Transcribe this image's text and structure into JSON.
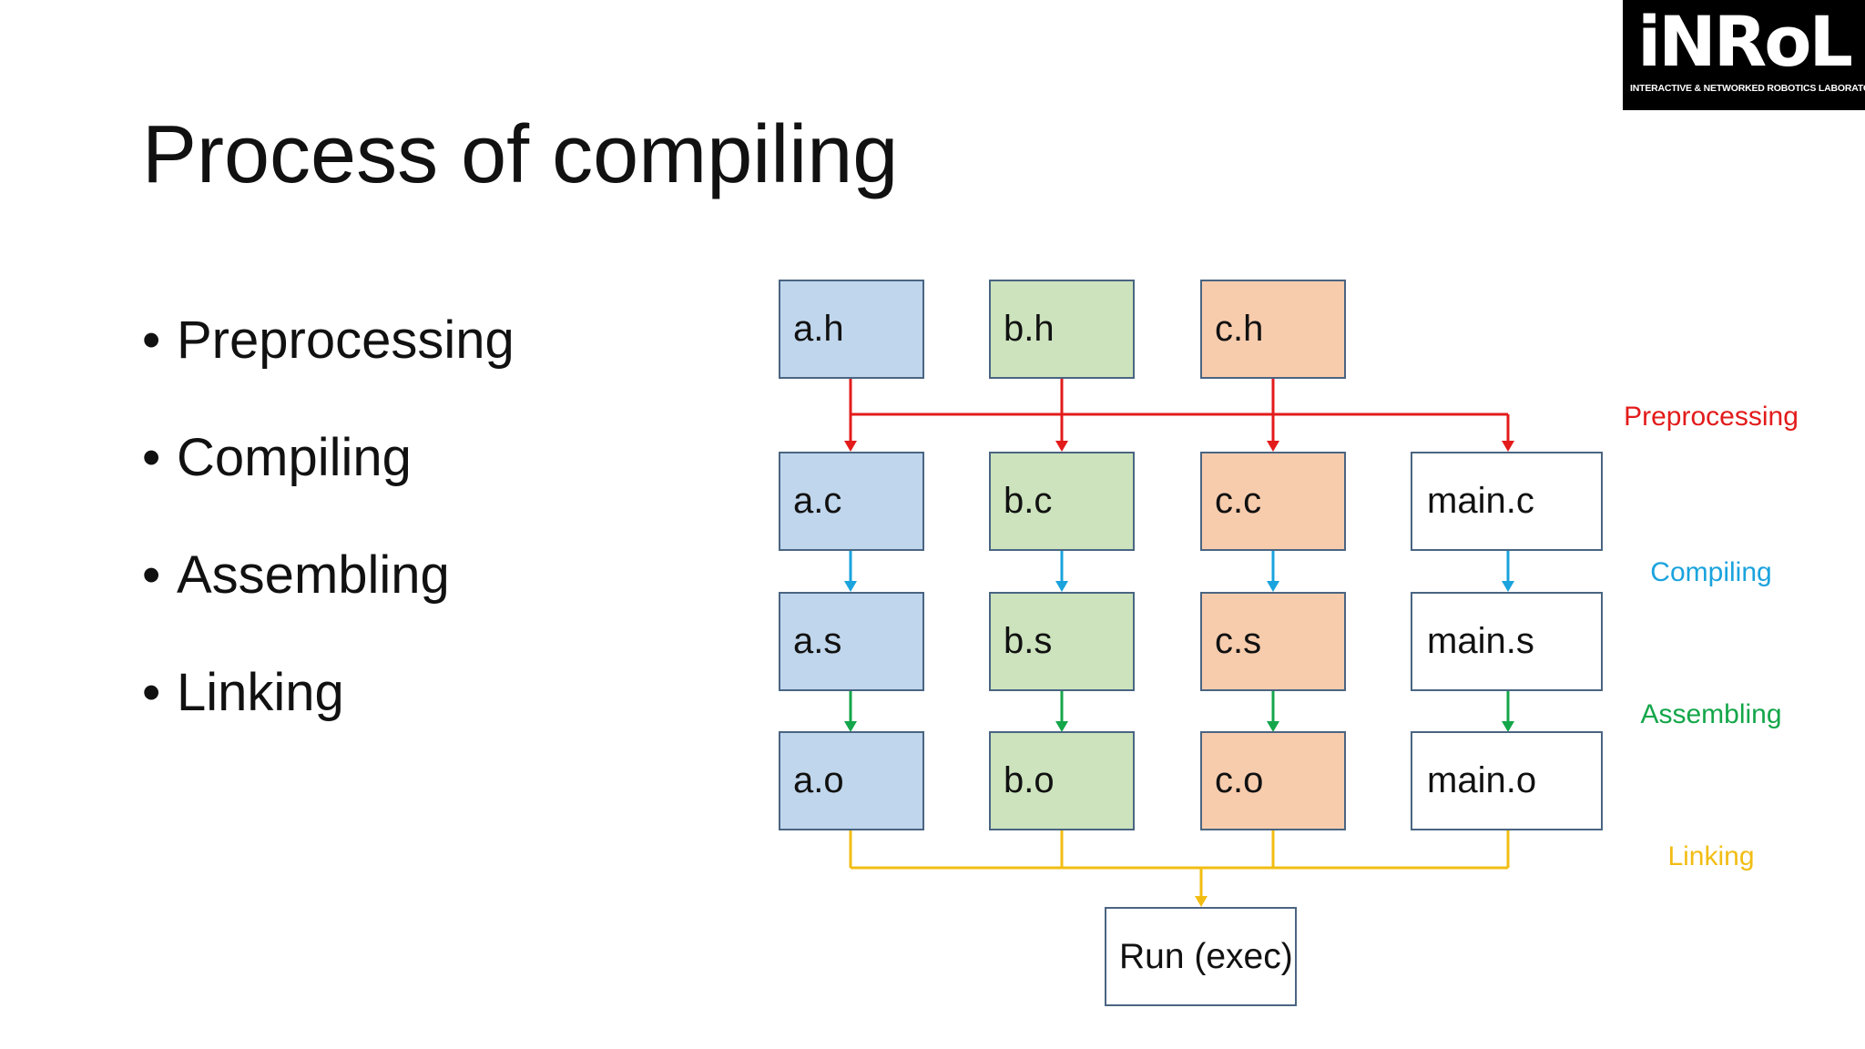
{
  "logo": {
    "wordmark": "iNRoL",
    "subtitle": "INTERACTIVE & NETWORKED ROBOTICS LABORATORY"
  },
  "title": "Process of compiling",
  "bullets": [
    "Preprocessing",
    "Compiling",
    "Assembling",
    "Linking"
  ],
  "diagram": {
    "headers": [
      "a.h",
      "b.h",
      "c.h"
    ],
    "sources": [
      "a.c",
      "b.c",
      "c.c",
      "main.c"
    ],
    "assembly": [
      "a.s",
      "b.s",
      "c.s",
      "main.s"
    ],
    "objects": [
      "a.o",
      "b.o",
      "c.o",
      "main.o"
    ],
    "output": "Run (exec)",
    "stage_labels": [
      "Preprocessing",
      "Compiling",
      "Assembling",
      "Linking"
    ],
    "colors": {
      "a_fill": "#c0d6ec",
      "b_fill": "#cce3bd",
      "c_fill": "#f7ccad",
      "box_border": "#4a6582",
      "preprocessing": "#e31b1b",
      "compiling": "#1aa3dd",
      "assembling": "#14a64a",
      "linking": "#f2bd13"
    }
  }
}
